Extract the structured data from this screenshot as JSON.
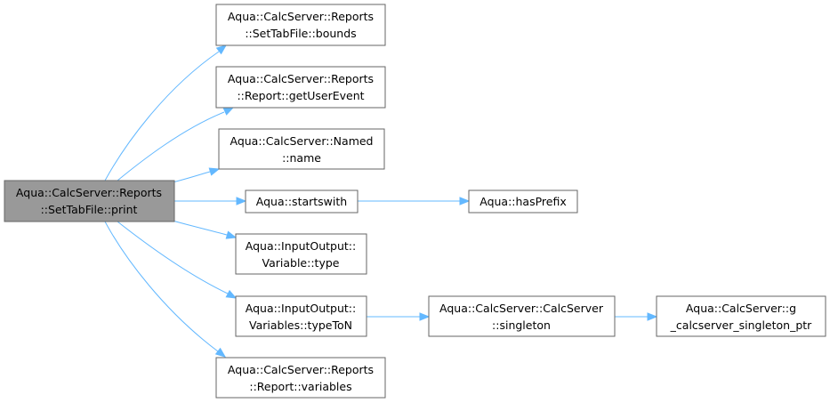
{
  "diagram": {
    "nodes": {
      "root": [
        "Aqua::CalcServer::Reports",
        "::SetTabFile::print"
      ],
      "bounds": [
        "Aqua::CalcServer::Reports",
        "::SetTabFile::bounds"
      ],
      "getUserEvent": [
        "Aqua::CalcServer::Reports",
        "::Report::getUserEvent"
      ],
      "name": [
        "Aqua::CalcServer::Named",
        "::name"
      ],
      "startswith": [
        "Aqua::startswith"
      ],
      "hasPrefix": [
        "Aqua::hasPrefix"
      ],
      "type": [
        "Aqua::InputOutput::",
        "Variable::type"
      ],
      "typeToN": [
        "Aqua::InputOutput::",
        "Variables::typeToN"
      ],
      "singleton": [
        "Aqua::CalcServer::CalcServer",
        "::singleton"
      ],
      "g_ptr": [
        "Aqua::CalcServer::g",
        "_calcserver_singleton_ptr"
      ],
      "variables": [
        "Aqua::CalcServer::Reports",
        "::Report::variables"
      ]
    },
    "edges": [
      [
        "root",
        "bounds"
      ],
      [
        "root",
        "getUserEvent"
      ],
      [
        "root",
        "name"
      ],
      [
        "root",
        "startswith"
      ],
      [
        "root",
        "type"
      ],
      [
        "root",
        "typeToN"
      ],
      [
        "root",
        "variables"
      ],
      [
        "startswith",
        "hasPrefix"
      ],
      [
        "typeToN",
        "singleton"
      ],
      [
        "singleton",
        "g_ptr"
      ]
    ],
    "colors": {
      "root_fill": "#999999",
      "node_fill": "#ffffff",
      "border": "#666666",
      "edge": "#63b8ff"
    }
  }
}
